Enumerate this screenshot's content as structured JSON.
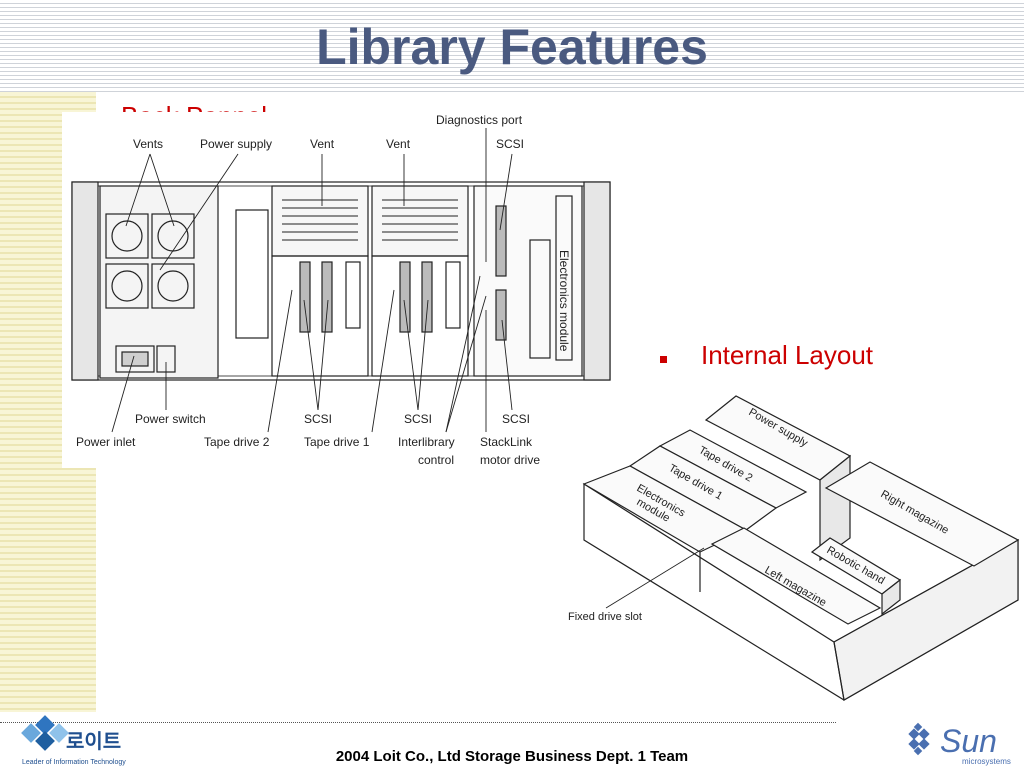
{
  "slide": {
    "title": "Library Features",
    "bullets": [
      {
        "label": "Back Pannel"
      },
      {
        "label": "Internal Layout"
      }
    ],
    "footer": "2004 Loit Co., Ltd Storage Business Dept. 1 Team"
  },
  "back_panel": {
    "labels_top": [
      "Vents",
      "Power supply",
      "Vent",
      "Vent",
      "Diagnostics port",
      "SCSI"
    ],
    "labels_bottom": [
      "Power inlet",
      "Power switch",
      "Tape drive 2",
      "SCSI",
      "Tape drive 1",
      "SCSI",
      "Interlibrary",
      "control",
      "StackLink",
      "motor drive",
      "SCSI"
    ],
    "module_label": "Electronics module"
  },
  "internal_layout": {
    "labels": [
      "Power supply",
      "Tape drive 2",
      "Tape drive 1",
      "Electronics",
      "module",
      "Right magazine",
      "Robotic hand",
      "Left magazine",
      "Fixed drive slot"
    ]
  },
  "logos": {
    "loit_name": "로이트",
    "loit_tagline": "Leader of Information Technology",
    "sun_name": "Sun",
    "sun_sub": "microsystems"
  },
  "colors": {
    "title": "#4a5a80",
    "bullet": "#cc0000",
    "sun_blue": "#4a6fb0"
  }
}
